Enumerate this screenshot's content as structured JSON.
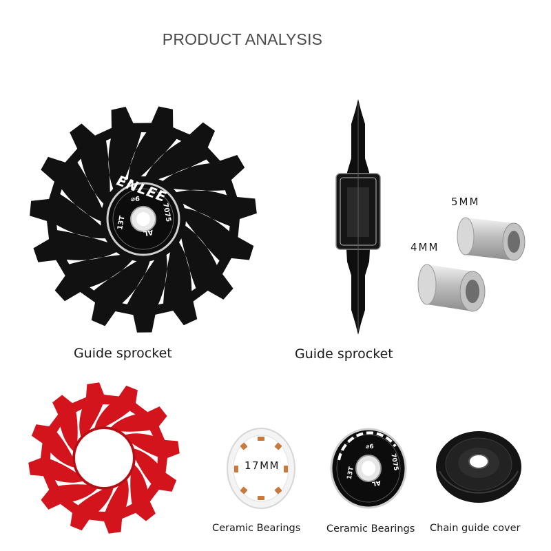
{
  "header": {
    "title": "PRODUCT ANALYSIS"
  },
  "products": {
    "front_caption": "Guide sprocket",
    "side_caption": "Guide sprocket",
    "spacer_5": "5MM",
    "spacer_4": "4MM",
    "bearing_size": "17MM",
    "bearing_caption": "Ceramic Bearings",
    "hub_caption": "Ceramic Bearings",
    "cover_caption": "Chain guide cover"
  },
  "hub_markings": {
    "brand": "ENLEE",
    "teeth": "13T",
    "alloy": "7075",
    "al": "AL",
    "bore": "6"
  },
  "colors": {
    "sprocket_black": "#111111",
    "sprocket_red": "#d4141c",
    "bearing_shield": "#c8793e",
    "spacer_silver": "#c9c9c9"
  }
}
